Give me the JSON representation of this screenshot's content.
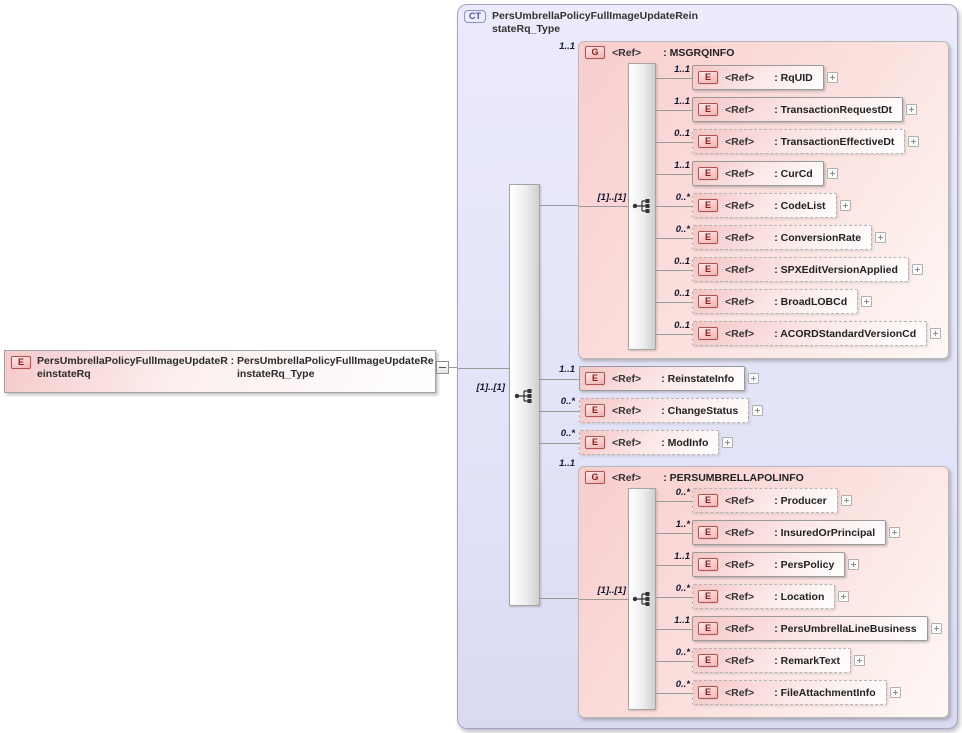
{
  "separator": ": ",
  "icons": {
    "element": "E",
    "group": "G",
    "complex_type": "CT"
  },
  "root_element": {
    "name": "PersUmbrellaPolicyFullImageUpdateReinstateRq",
    "type": "PersUmbrellaPolicyFullImageUpdateReinstateRq_Type"
  },
  "complex_type": {
    "title": "PersUmbrellaPolicyFullImageUpdateReinstateRq_Type",
    "sequence_cardinality": "[1]..[1]",
    "children": [
      {
        "kind": "group",
        "ref": "<Ref>",
        "name": "MSGRQINFO",
        "cardinality": "1..1",
        "sequence_cardinality": "[1]..[1]",
        "children": [
          {
            "ref": "<Ref>",
            "name": "RqUID",
            "cardinality": "1..1"
          },
          {
            "ref": "<Ref>",
            "name": "TransactionRequestDt",
            "cardinality": "1..1"
          },
          {
            "ref": "<Ref>",
            "name": "TransactionEffectiveDt",
            "cardinality": "0..1"
          },
          {
            "ref": "<Ref>",
            "name": "CurCd",
            "cardinality": "1..1"
          },
          {
            "ref": "<Ref>",
            "name": "CodeList",
            "cardinality": "0..*"
          },
          {
            "ref": "<Ref>",
            "name": "ConversionRate",
            "cardinality": "0..*"
          },
          {
            "ref": "<Ref>",
            "name": "SPXEditVersionApplied",
            "cardinality": "0..1"
          },
          {
            "ref": "<Ref>",
            "name": "BroadLOBCd",
            "cardinality": "0..1"
          },
          {
            "ref": "<Ref>",
            "name": "ACORDStandardVersionCd",
            "cardinality": "0..1"
          }
        ]
      },
      {
        "kind": "element",
        "ref": "<Ref>",
        "name": "ReinstateInfo",
        "cardinality": "1..1"
      },
      {
        "kind": "element",
        "ref": "<Ref>",
        "name": "ChangeStatus",
        "cardinality": "0..*"
      },
      {
        "kind": "element",
        "ref": "<Ref>",
        "name": "ModInfo",
        "cardinality": "0..*"
      },
      {
        "kind": "group",
        "ref": "<Ref>",
        "name": "PERSUMBRELLAPOLINFO",
        "cardinality": "1..1",
        "sequence_cardinality": "[1]..[1]",
        "children": [
          {
            "ref": "<Ref>",
            "name": "Producer",
            "cardinality": "0..*"
          },
          {
            "ref": "<Ref>",
            "name": "InsuredOrPrincipal",
            "cardinality": "1..*"
          },
          {
            "ref": "<Ref>",
            "name": "PersPolicy",
            "cardinality": "1..1"
          },
          {
            "ref": "<Ref>",
            "name": "Location",
            "cardinality": "0..*"
          },
          {
            "ref": "<Ref>",
            "name": "PersUmbrellaLineBusiness",
            "cardinality": "1..1"
          },
          {
            "ref": "<Ref>",
            "name": "RemarkText",
            "cardinality": "0..*"
          },
          {
            "ref": "<Ref>",
            "name": "FileAttachmentInfo",
            "cardinality": "0..*"
          }
        ]
      }
    ]
  }
}
